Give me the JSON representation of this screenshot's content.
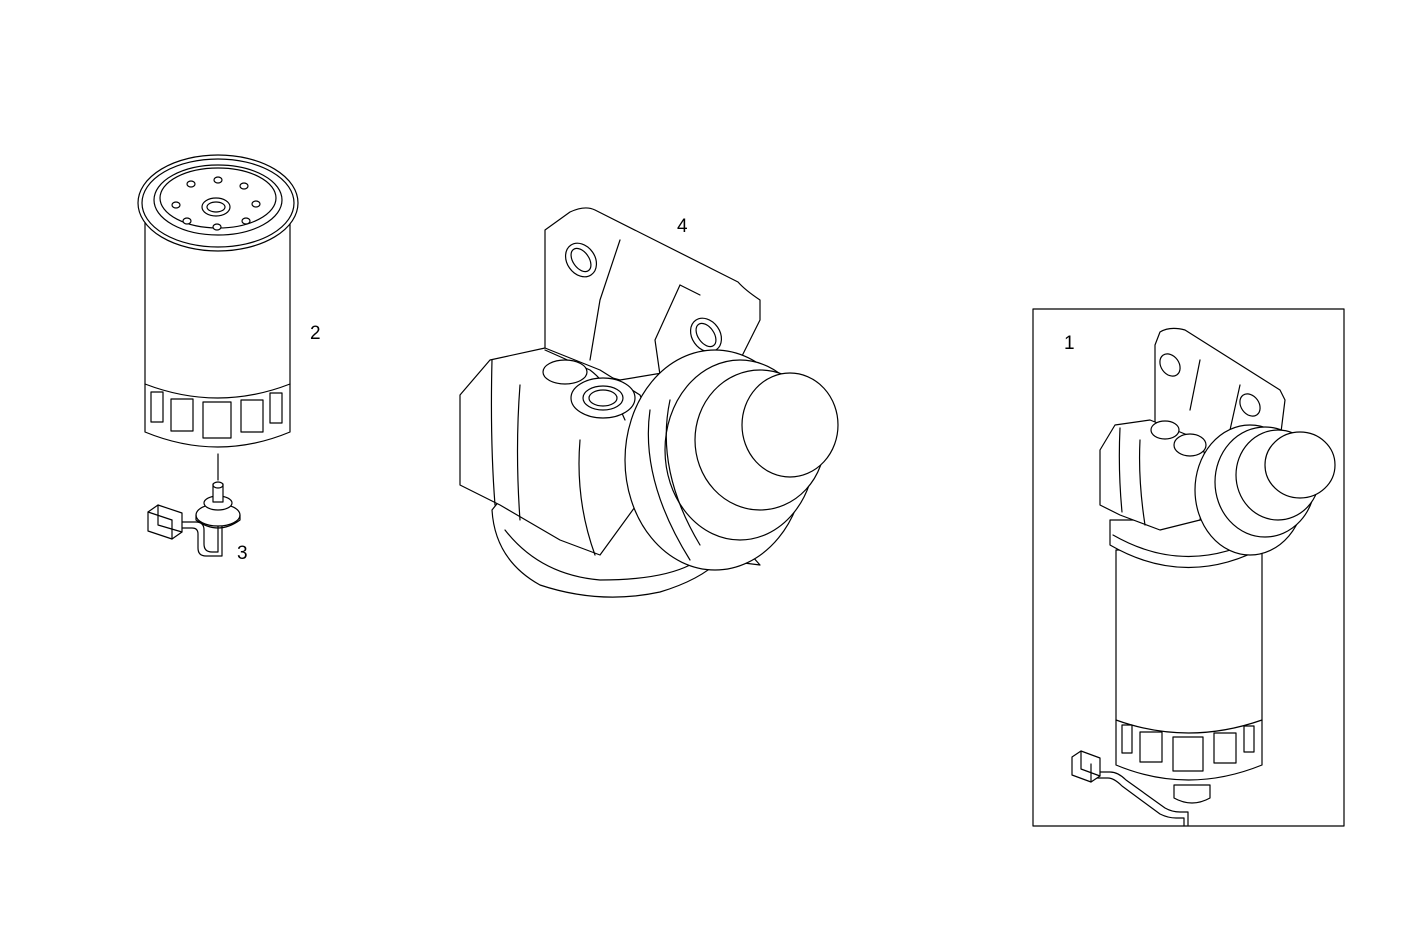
{
  "callouts": {
    "assembly": "1",
    "filter_cartridge": "2",
    "water_sensor": "3",
    "filter_head": "4"
  }
}
